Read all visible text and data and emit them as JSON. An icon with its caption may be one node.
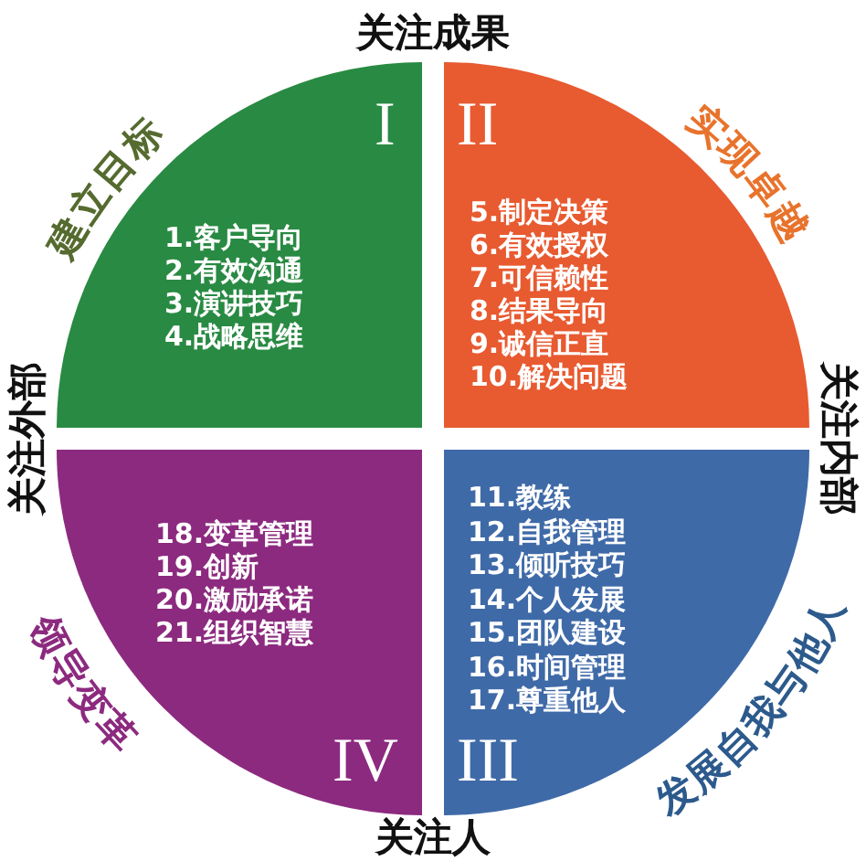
{
  "diagram": {
    "nodes": [
      {
        "text": [
          "建立目标",
          "I",
          "1.客户导向",
          "2.有效沟通",
          "3.演讲技巧",
          "4.战略思维"
        ]
      },
      {
        "text": [
          "II",
          "实现卓越",
          "5.制定决策",
          "6.有效授权",
          "7.可信赖性",
          "8.结果导向",
          "9.诚信正直",
          "10.解决问题"
        ]
      },
      {
        "text": [
          "18.变革管理",
          "19.创新",
          "20.激励承诺",
          "21.组织智慧",
          "领导变革",
          "IV"
        ]
      },
      {
        "text": [
          "11.教练",
          "12.自我管理",
          "13.倾听技巧",
          "14.个人发展",
          "15.团队建设",
          "16.时间管理",
          "17.尊重他人",
          "发展自我与他人",
          "III"
        ]
      }
    ],
    "labels": [
      "关注成果",
      "关注外部",
      "关注内部",
      "关注人"
    ]
  }
}
